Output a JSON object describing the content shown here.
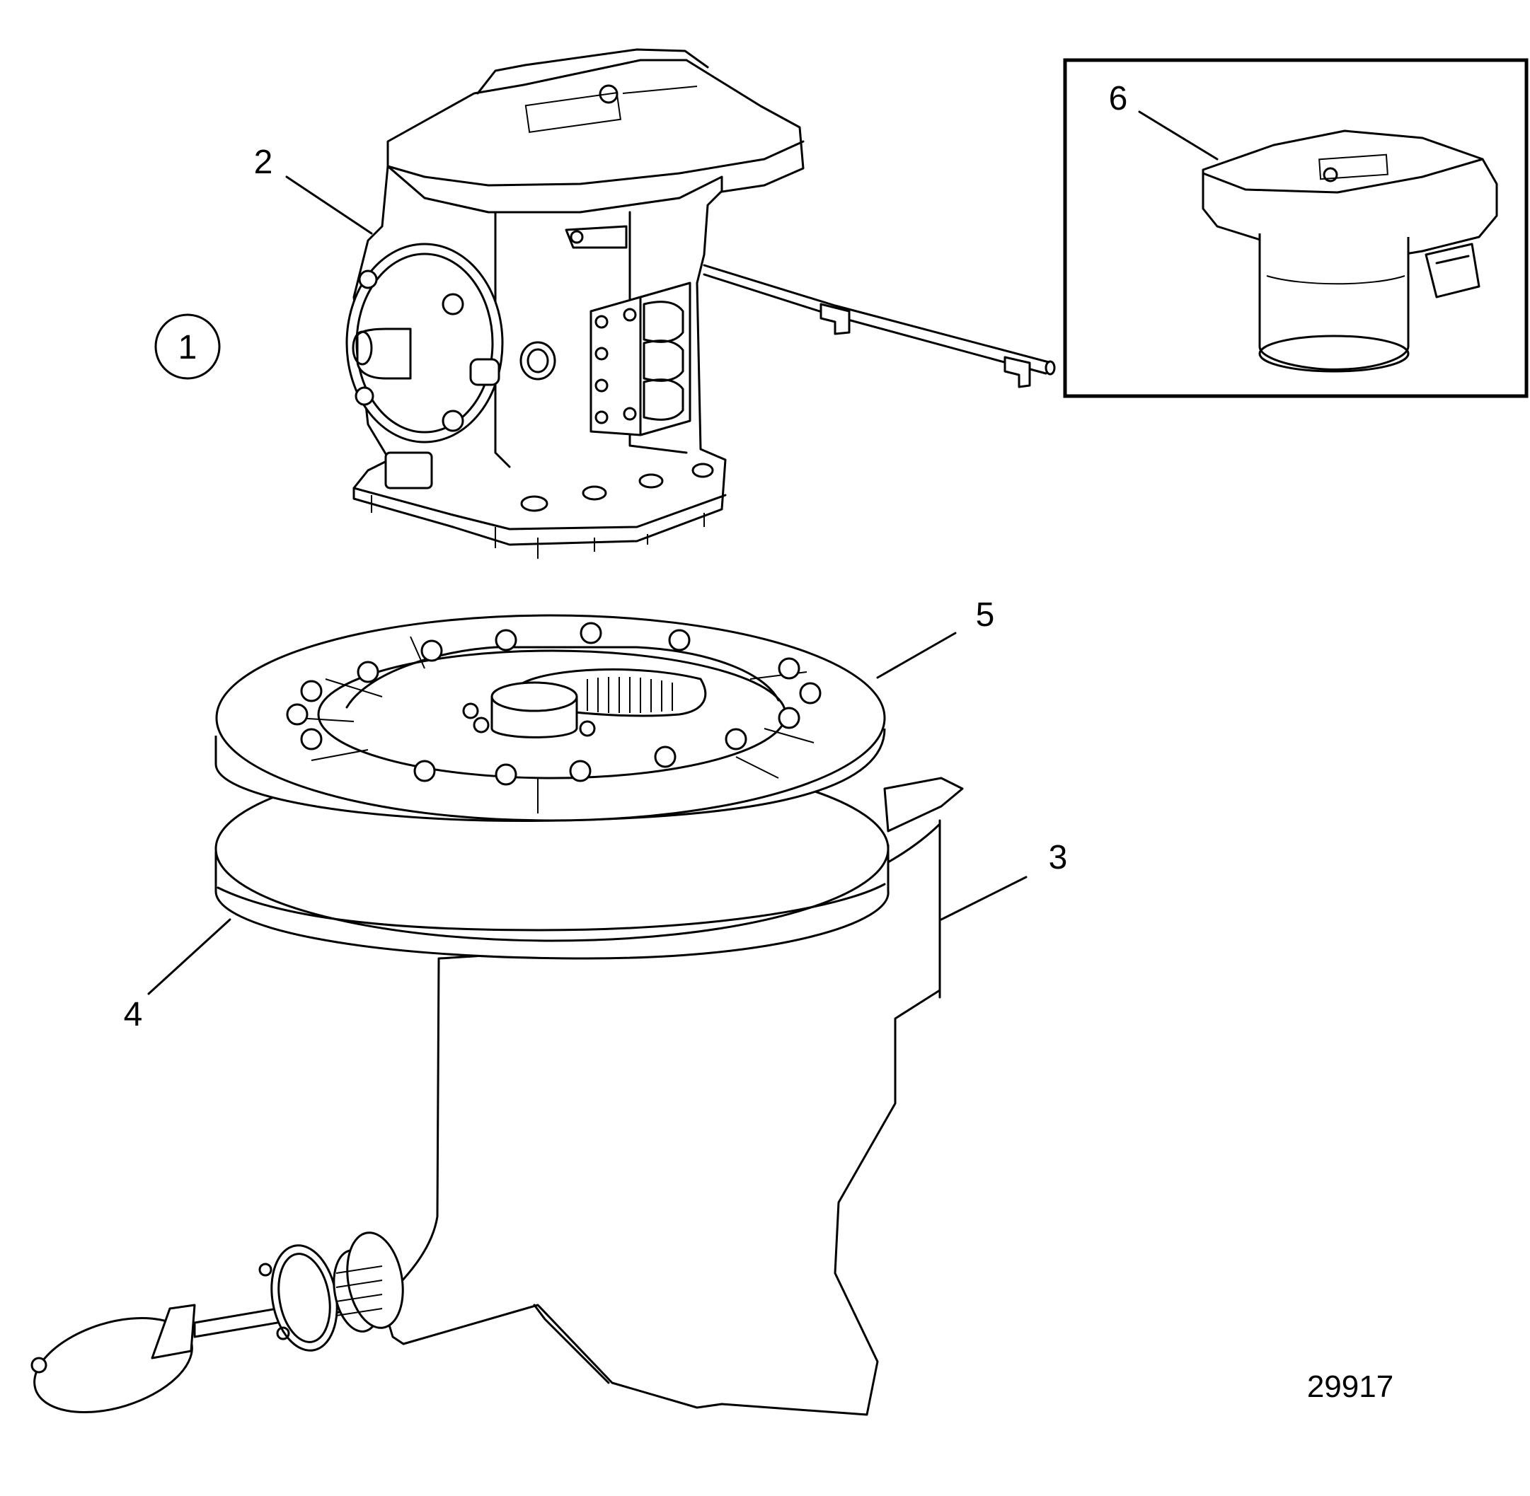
{
  "figure": {
    "figure_number": "29917",
    "view_marker": "1",
    "inset_frame": true
  },
  "callouts": [
    {
      "id": "2",
      "label": "2"
    },
    {
      "id": "3",
      "label": "3"
    },
    {
      "id": "4",
      "label": "4"
    },
    {
      "id": "5",
      "label": "5"
    },
    {
      "id": "6",
      "label": "6"
    }
  ],
  "colors": {
    "line": "#000000",
    "background": "#ffffff"
  }
}
